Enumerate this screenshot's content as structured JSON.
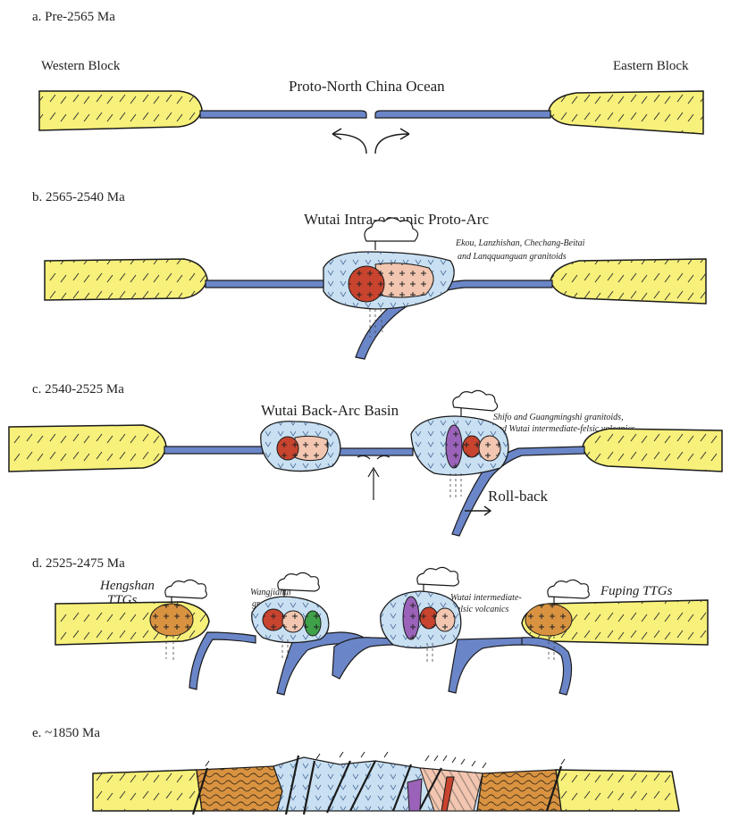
{
  "panels": {
    "a": {
      "label": "a. Pre-2565 Ma",
      "western_block": "Western Block",
      "eastern_block": "Eastern Block",
      "ocean": "Proto-North China Ocean"
    },
    "b": {
      "label": "b. 2565-2540 Ma",
      "arc": "Wutai Intra-oceanic Proto-Arc",
      "granitoids_line1": "Ekou, Lanzhishan, Chechang-Beitai",
      "granitoids_line2": "and Lanqquanguan granitoids"
    },
    "c": {
      "label": "c. 2540-2525 Ma",
      "basin": "Wutai Back-Arc Basin",
      "granitoids_line1": "Shifo and Guangmingshi granitoids,",
      "granitoids_line2": "and Wutai intermediate-felsic volcanics",
      "rollback": "Roll-back"
    },
    "d": {
      "label": "d. 2525-2475 Ma",
      "hengshan_line1": "Hengshan",
      "hengshan_line2": "TTGs",
      "wangjiahui_line1": "Wangjiahui",
      "wangjiahui_line2": "granitoids",
      "wutai_line1": "Wutai intermediate-",
      "wutai_line2": "felsic volcanics",
      "fuping": "Fuping TTGs"
    },
    "e": {
      "label": "e. ~1850 Ma"
    }
  },
  "colors": {
    "continent": "#f7f07a",
    "oceanic_plate": "#6b86c8",
    "arc_body": "#c9e0f2",
    "red_pluton": "#c8442e",
    "pink_pluton": "#f2c6b0",
    "green_pluton": "#3fa24a",
    "purple_pluton": "#9a62b8",
    "orange_pluton": "#d99340",
    "outline": "#1a1a1a"
  }
}
